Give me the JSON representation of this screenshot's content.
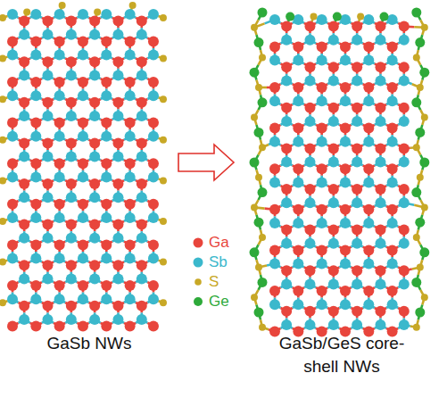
{
  "diagram": {
    "labels": [
      "GaSb NWs",
      "GaSb/GeS core-shell NWs"
    ],
    "legend": [
      {
        "text": "Ga",
        "color": "#e8453c"
      },
      {
        "text": "Sb",
        "color": "#3bb8cc"
      },
      {
        "text": "S",
        "color": "#c8a826"
      },
      {
        "text": "Ge",
        "color": "#2eaa3a"
      }
    ]
  }
}
